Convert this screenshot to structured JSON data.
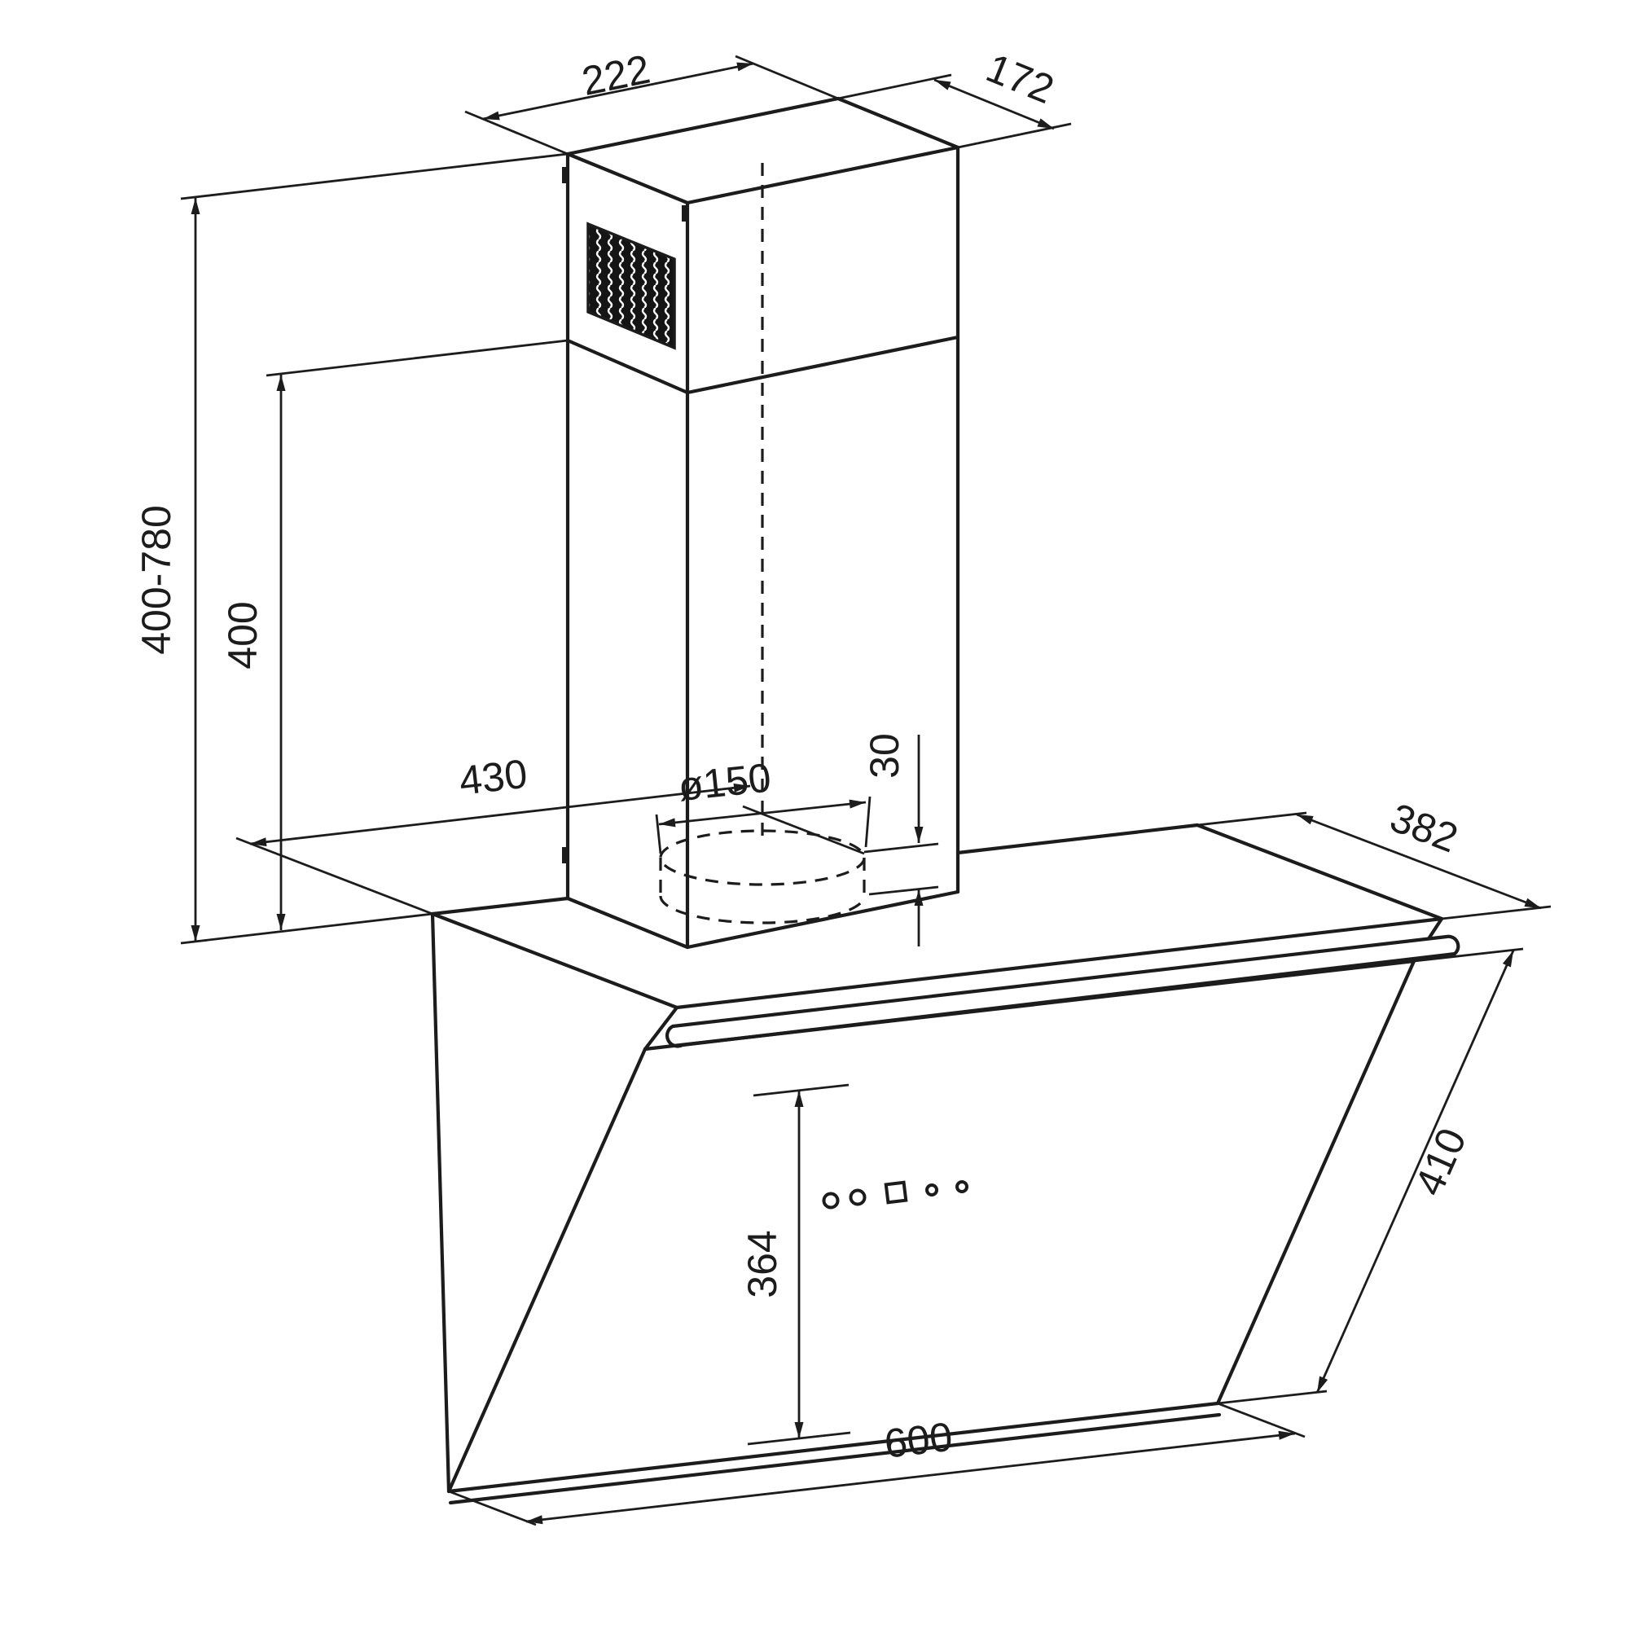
{
  "drawing": {
    "type": "technical-dimension-drawing",
    "subject": "wall-mounted angled cooker hood with chimney duct",
    "labels": {
      "chimney_width": "222",
      "chimney_depth": "172",
      "chimney_height_range": "400-780",
      "lower_chimney_height": "400",
      "outlet_position": "430",
      "outlet_diameter": "ø150",
      "outlet_collar_height": "30",
      "top_depth": "382",
      "glass_panel_length": "410",
      "front_panel_height": "364",
      "hood_width": "600"
    },
    "colors": {
      "line": "#1c1c1c",
      "background": "#ffffff"
    }
  }
}
